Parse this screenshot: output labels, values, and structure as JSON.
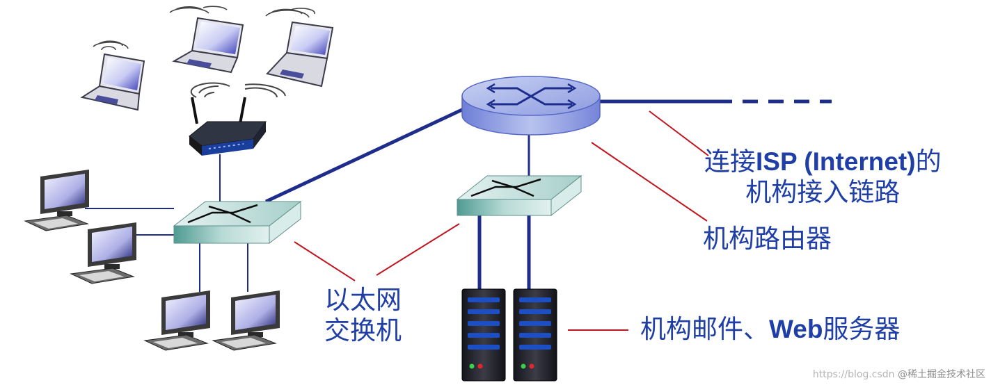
{
  "labels": {
    "isp_link_line1_pre": "连接",
    "isp_link_line1_bold": "ISP (Internet)",
    "isp_link_line1_post": "的",
    "isp_link_line2": "机构接入链路",
    "router": "机构路由器",
    "switch_line1": "以太网",
    "switch_line2": "交换机",
    "server_pre": "机构邮件、",
    "server_bold": "Web",
    "server_post": "服务器"
  },
  "watermark": {
    "url": "https://blog.csdn",
    "site": "@稀土掘金技术社区"
  },
  "colors": {
    "link": "#1e2d8c",
    "callout": "#c0141e",
    "label": "#1f3fa7"
  }
}
